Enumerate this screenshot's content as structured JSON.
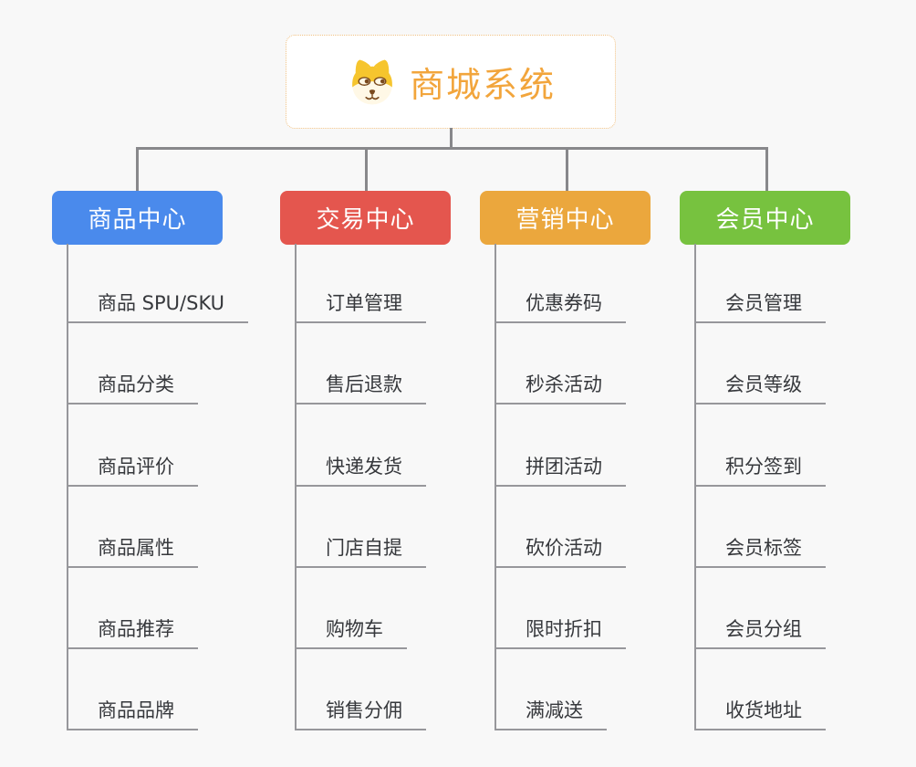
{
  "colors": {
    "background": "#F8F8F8",
    "connector": "#88888B",
    "leaf_line": "#97979B",
    "leaf_text": "#36383C"
  },
  "root": {
    "title": "商城系统",
    "title_color": "#F2A53C",
    "border_color": "#F0C183",
    "icon": "dog-face-icon"
  },
  "branches": [
    {
      "label": "商品中心",
      "color": "#4A8AEC",
      "children": [
        "商品 SPU/SKU",
        "商品分类",
        "商品评价",
        "商品属性",
        "商品推荐",
        "商品品牌"
      ]
    },
    {
      "label": "交易中心",
      "color": "#E4564E",
      "children": [
        "订单管理",
        "售后退款",
        "快递发货",
        "门店自提",
        "购物车",
        "销售分佣"
      ]
    },
    {
      "label": "营销中心",
      "color": "#EBA73D",
      "children": [
        "优惠券码",
        "秒杀活动",
        "拼团活动",
        "砍价活动",
        "限时折扣",
        "满减送"
      ]
    },
    {
      "label": "会员中心",
      "color": "#77C23F",
      "children": [
        "会员管理",
        "会员等级",
        "积分签到",
        "会员标签",
        "会员分组",
        "收货地址"
      ]
    }
  ]
}
